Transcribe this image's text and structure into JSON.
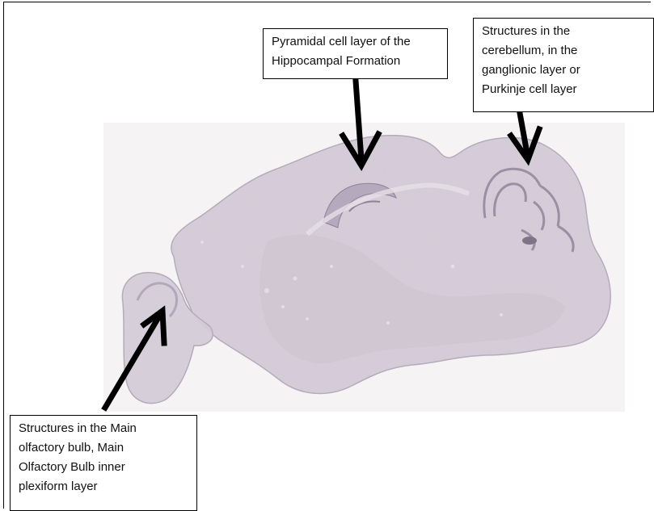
{
  "labels": {
    "hippocampus": "Pyramidal cell layer of the\nHippocampal Formation",
    "cerebellum": "Structures in the\ncerebellum, in the\nganglionic layer or\nPurkinje cell layer",
    "olfactory": "Structures in the Main\nolfactory bulb, Main\nOlfactory Bulb inner\nplexiform layer"
  },
  "colors": {
    "tissue_fill": "#d9d2dc",
    "tissue_edge": "#b7aebd",
    "background_panel": "#f4f2f3",
    "arrow": "#000000"
  }
}
